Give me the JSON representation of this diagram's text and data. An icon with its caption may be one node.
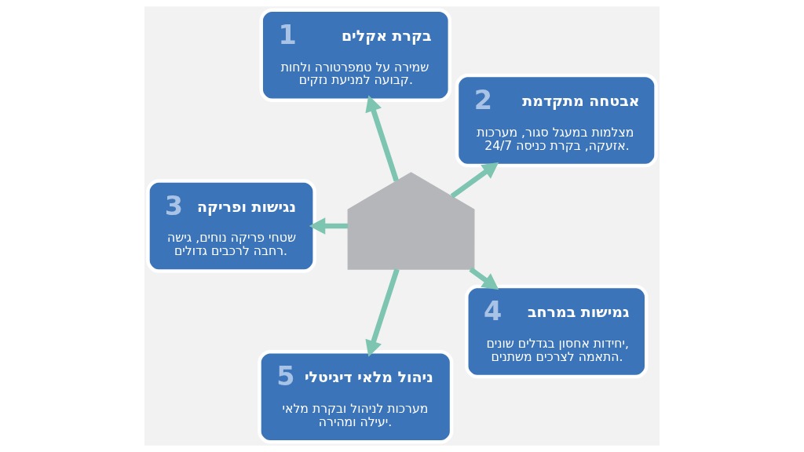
{
  "diagram": {
    "nodes": [
      {
        "text": [
          "בקרת אקלים",
          "1",
          "שמירה על טמפרטורה ולחות קבועה למניעת נזקים."
        ]
      },
      {
        "text": [
          "אבטחה מתקדמת",
          "2",
          "מצלמות במעגל סגור, מערכות אזעקה, בקרת כניסה 24/7."
        ]
      },
      {
        "text": [
          "נגישות ופריקה",
          "3",
          "שטחי פריקה נוחים, גישה רחבה לרכבים גדולים."
        ]
      },
      {
        "text": [
          "גמישות במרחב",
          "4",
          "יחידות אחסון בגדלים שונים, התאמה לצרכים משתנים."
        ]
      },
      {
        "text": [
          "ניהול מלאי דיגיטלי",
          "5",
          "מערכות לניהול ובקרת מלאי יעילה ומהירה."
        ]
      },
      {
        "text": [],
        "shape": "picture"
      }
    ],
    "edges": [
      {
        "from": 5,
        "to": 0,
        "arrow": "to"
      },
      {
        "from": 5,
        "to": 1,
        "arrow": "to"
      },
      {
        "from": 5,
        "to": 2,
        "arrow": "to"
      },
      {
        "from": 5,
        "to": 3,
        "arrow": "to"
      },
      {
        "from": 5,
        "to": 4,
        "arrow": "to"
      }
    ]
  }
}
